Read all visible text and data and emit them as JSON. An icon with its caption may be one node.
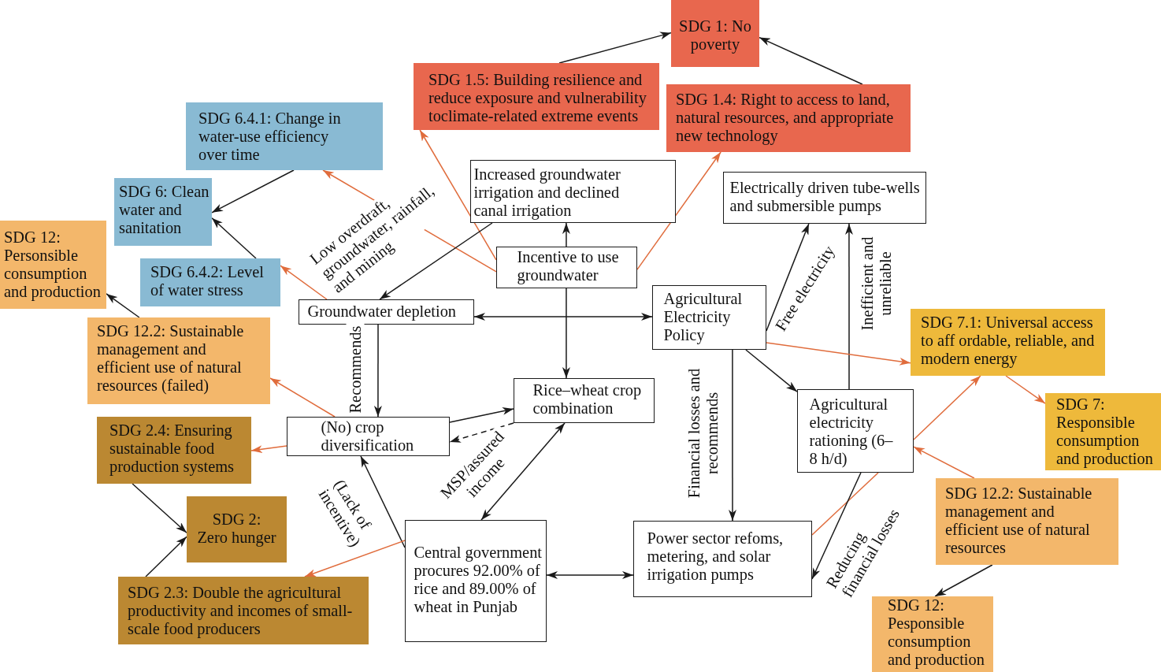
{
  "diagram": {
    "nodes": [
      {
        "text": [
          "SDG 1: No poverty"
        ]
      },
      {
        "text": [
          "SDG 1.5: Building resilience and reduce exposure and vulnerability toclimate-related extreme events"
        ]
      },
      {
        "text": [
          "SDG 1.4: Right to access to land, natural resources, and appropriate new technology"
        ]
      },
      {
        "text": [
          "SDG 6.4.1: Change in water-use efficiency over time"
        ]
      },
      {
        "text": [
          "Increased groundwater irrigation and declined canal irrigation"
        ]
      },
      {
        "text": [
          "Electrically driven tube-wells and submersible pumps"
        ]
      },
      {
        "text": [
          "SDG 6: Clean water and sanitation"
        ]
      },
      {
        "text": [
          "SDG 12: Personsible consumption and production"
        ]
      },
      {
        "text": [
          "Incentive to use groundwater"
        ]
      },
      {
        "text": [
          "SDG 6.4.2: Level of water stress"
        ]
      },
      {
        "text": [
          "Groundwater depletion"
        ]
      },
      {
        "text": [
          "Agricultural Electricity Policy"
        ]
      },
      {
        "text": [
          "SDG 12.2: Sustainable management and efficient use of natural resources (failed)"
        ]
      },
      {
        "text": [
          "SDG 7.1: Universal access to aff ordable, reliable, and modern energy"
        ]
      },
      {
        "text": [
          "Rice–wheat crop combination"
        ]
      },
      {
        "text": [
          "Agricultural electricity rationing (6–8 h/d)"
        ]
      },
      {
        "text": [
          "SDG 7: Responsible consumption and production"
        ]
      },
      {
        "text": [
          "(No) crop diversification"
        ]
      },
      {
        "text": [
          "SDG 2.4: Ensuring sustainable food production systems"
        ]
      },
      {
        "text": [
          "SDG 12.2: Sustainable management and efficient use of natural resources"
        ]
      },
      {
        "text": [
          "SDG 2: Zero hunger"
        ]
      },
      {
        "text": [
          "Central government procures 92.00% of rice and 89.00% of wheat in Punjab"
        ]
      },
      {
        "text": [
          "Power sector refoms, metering, and solar irrigation pumps"
        ]
      },
      {
        "text": [
          "SDG 2.3: Double the agricultural productivity and incomes of small-scale food producers"
        ]
      },
      {
        "text": [
          "SDG 12: Pesponsible consumption and production"
        ]
      }
    ],
    "edges": [
      {
        "from": 1,
        "to": 0,
        "arrow": "to"
      },
      {
        "from": 2,
        "to": 0,
        "arrow": "to"
      },
      {
        "from": 8,
        "to": 1,
        "arrow": "to",
        "color": "#e06c3c"
      },
      {
        "from": 8,
        "to": 3,
        "arrow": "to",
        "color": "#e06c3c"
      },
      {
        "from": 8,
        "to": 2,
        "arrow": "to",
        "color": "#e06c3c"
      },
      {
        "from": 8,
        "to": 4,
        "arrow": "to"
      },
      {
        "from": 4,
        "to": 10,
        "arrow": "to",
        "label": "Low overdraft, groundwater, rainfall, and mining"
      },
      {
        "from": 3,
        "to": 6,
        "arrow": "to"
      },
      {
        "from": 9,
        "to": 6,
        "arrow": "to"
      },
      {
        "from": 10,
        "to": 9,
        "arrow": "to",
        "color": "#e06c3c"
      },
      {
        "from": 10,
        "to": 11,
        "arrow": "both"
      },
      {
        "from": 8,
        "to": 14,
        "arrow": "to"
      },
      {
        "from": 12,
        "to": 7,
        "arrow": "to"
      },
      {
        "from": 17,
        "to": 12,
        "arrow": "to",
        "color": "#e06c3c"
      },
      {
        "from": 10,
        "to": 17,
        "arrow": "to",
        "label": "Recommends"
      },
      {
        "from": 17,
        "to": 18,
        "arrow": "to",
        "color": "#e06c3c"
      },
      {
        "from": 17,
        "to": 14,
        "arrow": "to"
      },
      {
        "from": 14,
        "to": 17,
        "arrow": "to",
        "style": "dashed"
      },
      {
        "from": 18,
        "to": 20,
        "arrow": "to"
      },
      {
        "from": 23,
        "to": 20,
        "arrow": "to"
      },
      {
        "from": 21,
        "to": 17,
        "arrow": "to",
        "label": "(Lack of incentive)"
      },
      {
        "from": 21,
        "to": 23,
        "arrow": "to",
        "color": "#e06c3c"
      },
      {
        "from": 14,
        "to": 21,
        "arrow": "both",
        "label": "MSP/assured income"
      },
      {
        "from": 21,
        "to": 22,
        "arrow": "both"
      },
      {
        "from": 11,
        "to": 22,
        "arrow": "to",
        "label": "Financial losses and recommends"
      },
      {
        "from": 11,
        "to": 5,
        "arrow": "to",
        "label": "Free electricity"
      },
      {
        "from": 11,
        "to": 15,
        "arrow": "to"
      },
      {
        "from": 15,
        "to": 5,
        "arrow": "to",
        "label": "Inefficient and unreliable"
      },
      {
        "from": 11,
        "to": 13,
        "arrow": "to",
        "color": "#e06c3c"
      },
      {
        "from": 22,
        "to": 15,
        "arrow": "none",
        "color": "#e06c3c"
      },
      {
        "from": 15,
        "to": 13,
        "arrow": "to",
        "color": "#e06c3c"
      },
      {
        "from": 13,
        "to": 16,
        "arrow": "to",
        "color": "#e06c3c"
      },
      {
        "from": 19,
        "to": 15,
        "arrow": "to",
        "color": "#e06c3c"
      },
      {
        "from": 15,
        "to": 22,
        "arrow": "to",
        "label": "Reducing financial losses"
      },
      {
        "from": 19,
        "to": 24,
        "arrow": "to"
      }
    ]
  }
}
